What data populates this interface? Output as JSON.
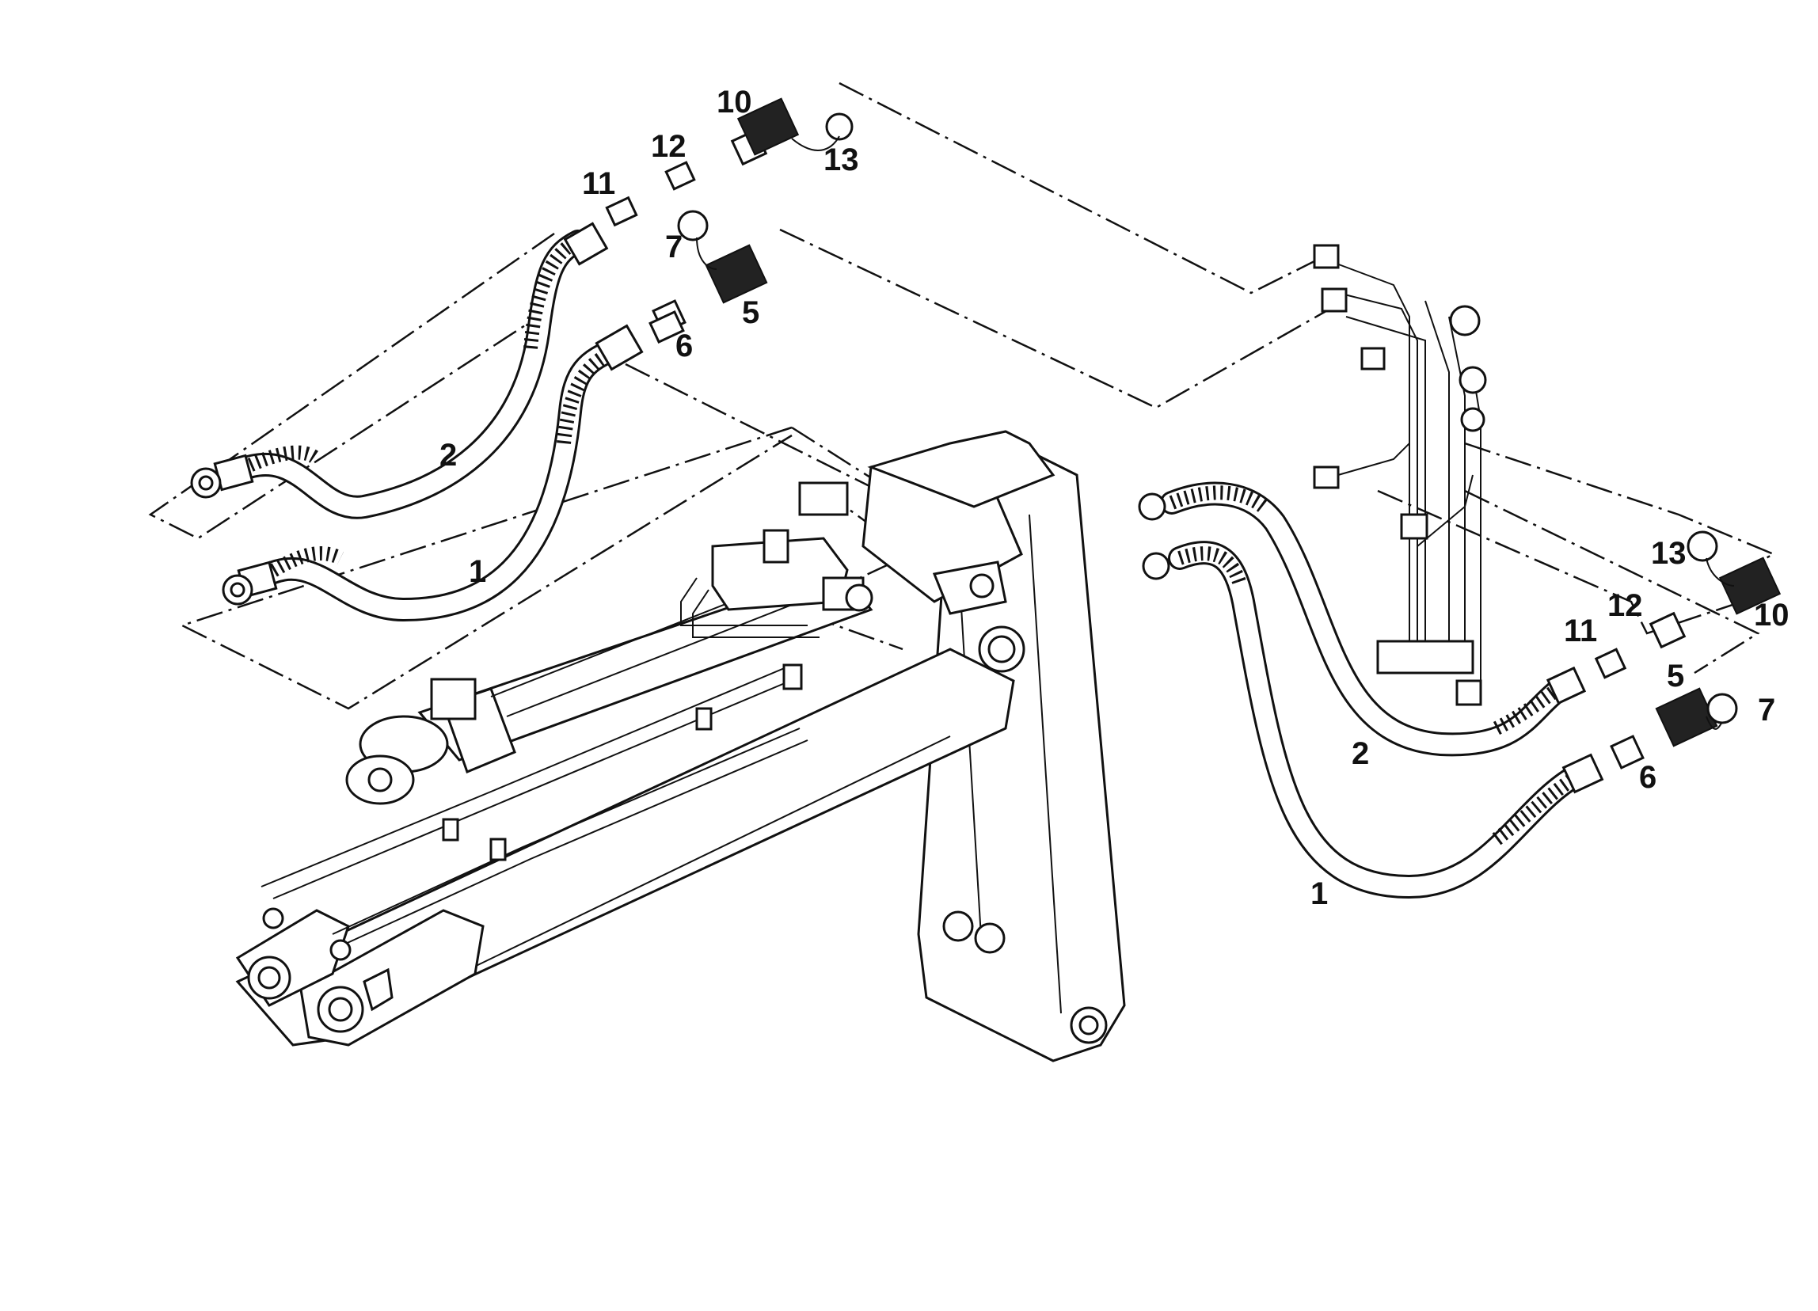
{
  "diagram": {
    "callouts_left": {
      "c10": "10",
      "c12": "12",
      "c13": "13",
      "c11": "11",
      "c7": "7",
      "c5": "5",
      "c6": "6",
      "c2": "2",
      "c1": "1"
    },
    "callouts_right": {
      "c13": "13",
      "c12": "12",
      "c10": "10",
      "c11": "11",
      "c5": "5",
      "c7": "7",
      "c6": "6",
      "c2": "2",
      "c1": "1"
    }
  }
}
